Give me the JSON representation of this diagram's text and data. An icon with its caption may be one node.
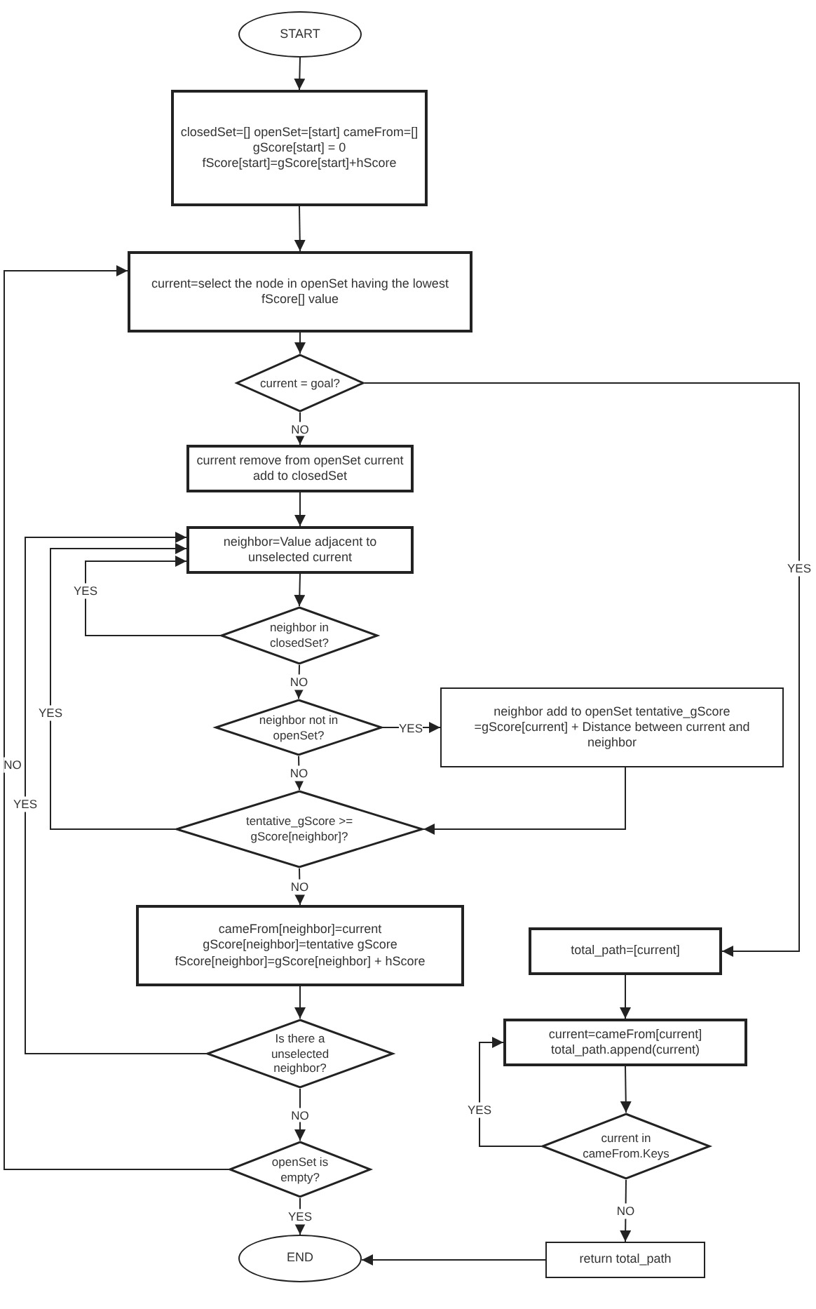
{
  "diagram": {
    "nodes": [
      {
        "text": [
          "START"
        ]
      },
      {
        "text": [
          "closedSet=[] openSet=[start] cameFrom=[] gScore[start] = 0 fScore[start]=gScore[start]+hScore"
        ]
      },
      {
        "text": [
          "current=select the node in openSet having the lowest fScore[] value"
        ]
      },
      {
        "text": [
          "current = goal?"
        ]
      },
      {
        "text": [
          "current remove from openSet current add to closedSet"
        ]
      },
      {
        "text": [
          "neighbor=Value adjacent to unselected current"
        ]
      },
      {
        "text": [
          "neighbor in closedSet?"
        ]
      },
      {
        "text": [
          "neighbor not in openSet?"
        ]
      },
      {
        "text": [
          "neighbor add to openSet tentative_gScore =gScore[current] + Distance between current and neighbor"
        ]
      },
      {
        "text": [
          "tentative_gScore >= gScore[neighbor]?"
        ]
      },
      {
        "text": [
          "cameFrom[neighbor]=current gScore[neighbor]=tentative gScore fScore[neighbor]=gScore[neighbor] + hScore"
        ]
      },
      {
        "text": [
          "Is there a unselected neighbor?"
        ]
      },
      {
        "text": [
          "openSet is empty?"
        ]
      },
      {
        "text": [
          "END"
        ]
      },
      {
        "text": [
          "total_path=[current]"
        ]
      },
      {
        "text": [
          "current=cameFrom[current] total_path.append(current)"
        ]
      },
      {
        "text": [
          "current in cameFrom.Keys"
        ]
      },
      {
        "text": [
          "return total_path"
        ]
      }
    ],
    "edges": [
      {
        "from": 0,
        "to": 1,
        "arrow": "to"
      },
      {
        "from": 1,
        "to": 2,
        "arrow": "to"
      },
      {
        "from": 2,
        "to": 3,
        "arrow": "to"
      },
      {
        "from": 3,
        "to": 4,
        "arrow": "to",
        "label": "NO"
      },
      {
        "from": 4,
        "to": 5,
        "arrow": "to"
      },
      {
        "from": 5,
        "to": 6,
        "arrow": "to"
      },
      {
        "from": 6,
        "to": 5,
        "arrow": "to",
        "label": "YES"
      },
      {
        "from": 6,
        "to": 7,
        "arrow": "to",
        "label": "NO"
      },
      {
        "from": 7,
        "to": 8,
        "arrow": "to",
        "label": "YES"
      },
      {
        "from": 7,
        "to": 9,
        "arrow": "to",
        "label": "NO"
      },
      {
        "from": 8,
        "to": 9,
        "arrow": "to"
      },
      {
        "from": 9,
        "to": 5,
        "arrow": "to",
        "label": "YES"
      },
      {
        "from": 9,
        "to": 10,
        "arrow": "to",
        "label": "NO"
      },
      {
        "from": 10,
        "to": 11,
        "arrow": "to"
      },
      {
        "from": 11,
        "to": 5,
        "arrow": "to",
        "label": "YES"
      },
      {
        "from": 11,
        "to": 12,
        "arrow": "to",
        "label": "NO"
      },
      {
        "from": 12,
        "to": 2,
        "arrow": "to",
        "label": "NO"
      },
      {
        "from": 12,
        "to": 13,
        "arrow": "to",
        "label": "YES"
      },
      {
        "from": 3,
        "to": 14,
        "arrow": "to",
        "label": "YES"
      },
      {
        "from": 14,
        "to": 15,
        "arrow": "to"
      },
      {
        "from": 15,
        "to": 16,
        "arrow": "to"
      },
      {
        "from": 16,
        "to": 15,
        "arrow": "to",
        "label": "YES"
      },
      {
        "from": 16,
        "to": 17,
        "arrow": "to",
        "label": "NO"
      },
      {
        "from": 17,
        "to": 13,
        "arrow": "to"
      }
    ]
  }
}
